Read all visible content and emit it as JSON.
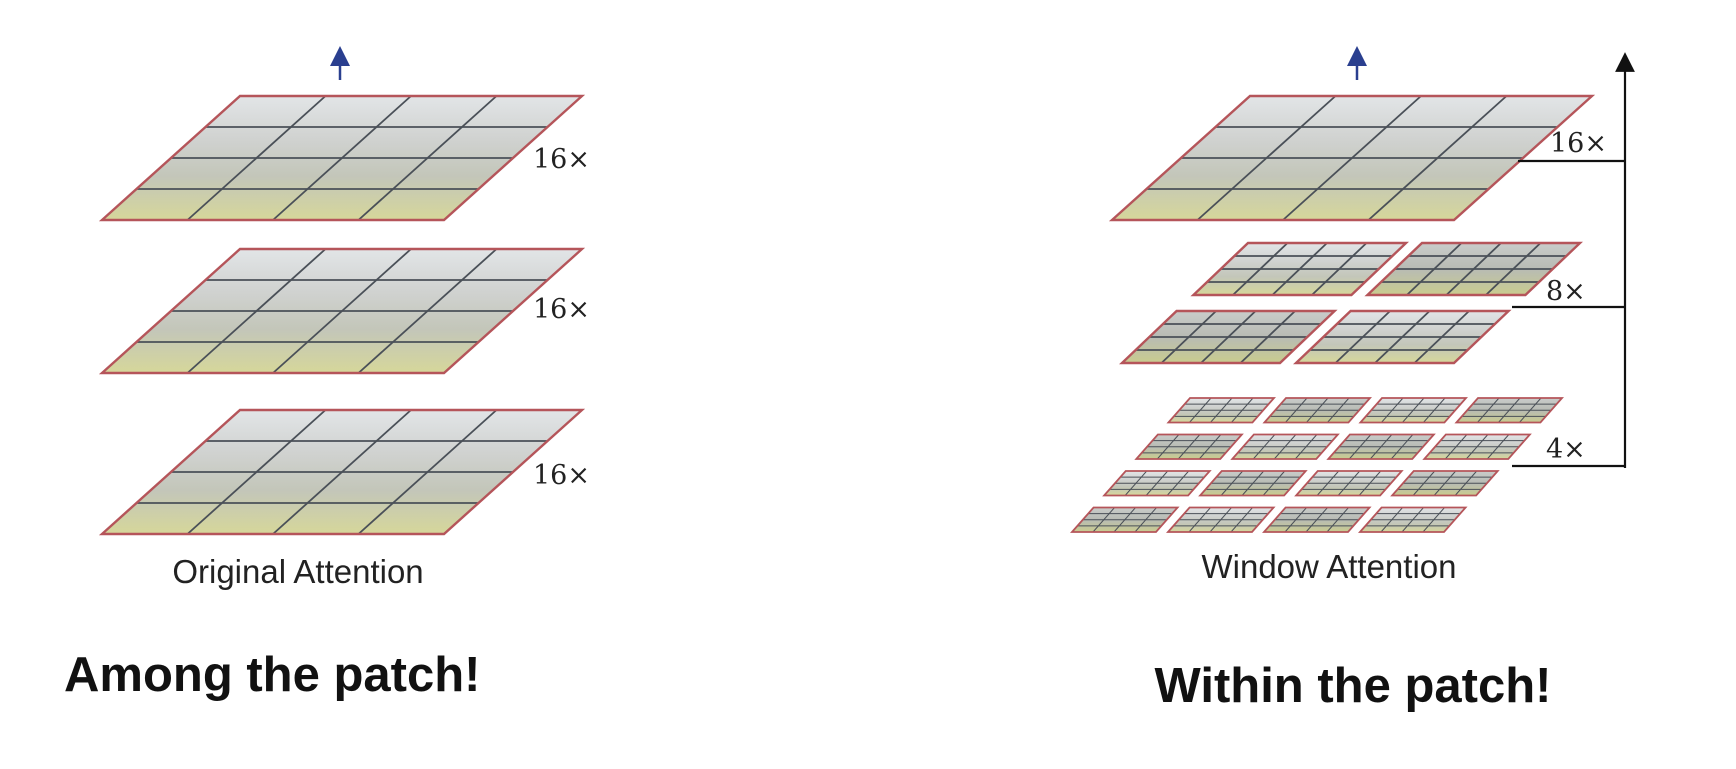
{
  "left_panel": {
    "caption": "Original Attention",
    "headline": "Among the patch!",
    "layers": [
      {
        "scale_label": "16×",
        "windows_per_side": 1,
        "cells_per_window": 4
      },
      {
        "scale_label": "16×",
        "windows_per_side": 1,
        "cells_per_window": 4
      },
      {
        "scale_label": "16×",
        "windows_per_side": 1,
        "cells_per_window": 4
      }
    ]
  },
  "right_panel": {
    "caption": "Window Attention",
    "headline": "Within the patch!",
    "layers": [
      {
        "scale_label": "16×",
        "windows_per_side": 1,
        "cells_per_window": 4
      },
      {
        "scale_label": "8×",
        "windows_per_side": 2,
        "cells_per_window": 4
      },
      {
        "scale_label": "4×",
        "windows_per_side": 4,
        "cells_per_window": 4
      }
    ]
  },
  "colors": {
    "window_border": "#b5555a",
    "grid_line": "#4a5058",
    "arrow_blue": "#2a3f8f",
    "arrow_black": "#111111"
  }
}
